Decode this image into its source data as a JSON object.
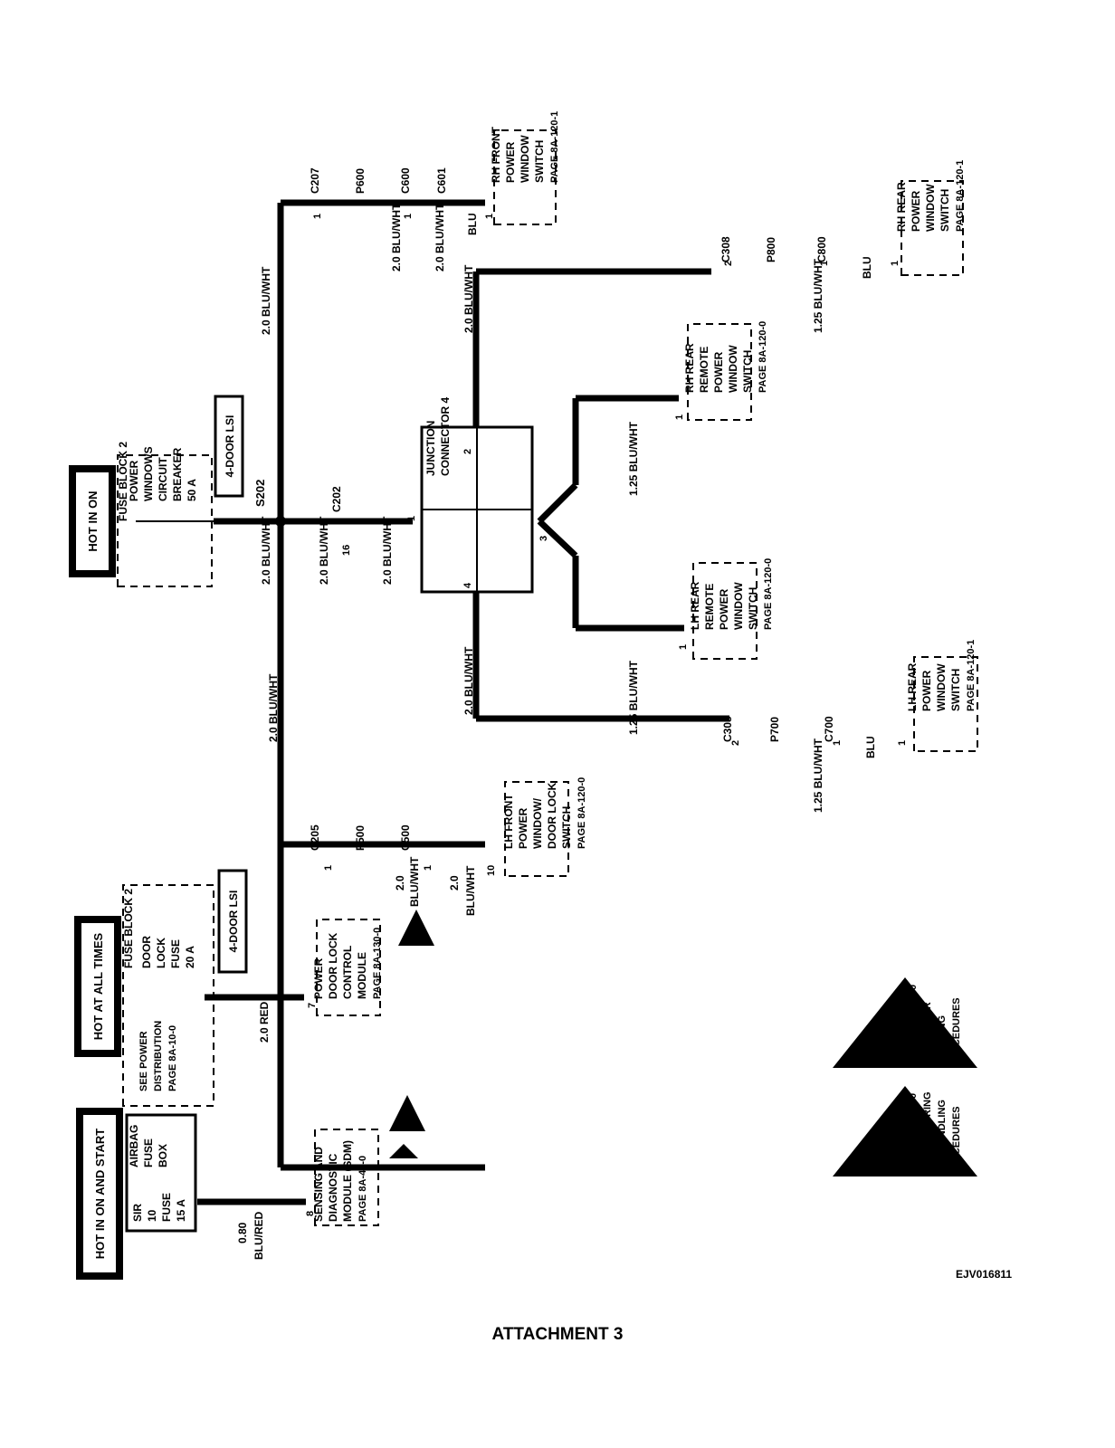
{
  "hot_labels": {
    "hot_in_on": "HOT IN ON",
    "hot_at_all_times": "HOT AT ALL TIMES",
    "hot_in_on_and_start": "HOT IN ON AND START"
  },
  "fuse_block_1": {
    "title": "FUSE BLOCK 2",
    "device": [
      "POWER",
      "WINDOWS",
      "CIRCUIT",
      "BREAKER"
    ],
    "rating": "50 A",
    "note": "4-DOOR LSI"
  },
  "fuse_block_2": {
    "title": "FUSE BLOCK 2",
    "device": [
      "DOOR",
      "LOCK",
      "FUSE"
    ],
    "rating": "20 A",
    "note": "4-DOOR LSI",
    "see": [
      "SEE POWER",
      "DISTRIBUTION",
      "PAGE 8A-10-0"
    ]
  },
  "airbag_box": {
    "title": [
      "AIRBAG",
      "FUSE",
      "BOX"
    ],
    "fuse": [
      "SIR",
      "10",
      "FUSE"
    ],
    "rating": "15 A"
  },
  "splice": "S202",
  "junction": {
    "title": [
      "JUNCTION",
      "CONNECTOR 4"
    ],
    "pins": [
      "1",
      "2",
      "3",
      "4"
    ]
  },
  "connectors": {
    "c207": "C207",
    "p600": "P600",
    "c600": "C600",
    "c601": "C601",
    "c308": "C308",
    "p800": "P800",
    "c800": "C800",
    "c202": "C202",
    "c305": "C305",
    "p700": "P700",
    "c700": "C700",
    "c205": "C205",
    "p500": "P500",
    "c500": "C500"
  },
  "pins": {
    "one": "1",
    "two": "2",
    "seven": "7",
    "eight": "8",
    "ten": "10",
    "sixteen": "16"
  },
  "wires": {
    "w20_bluwht": "2.0 BLU/WHT",
    "w125_bluwht": "1.25 BLU/WHT",
    "blu": "BLU",
    "num20": "2.0",
    "bluwht": "BLU/WHT",
    "w20_red": "2.0 RED",
    "num080": "0.80",
    "blured": "BLU/RED"
  },
  "components": {
    "rh_front": [
      "RH FRONT",
      "POWER",
      "WINDOW",
      "SWITCH"
    ],
    "rh_front_page": "PAGE 8A-120-1",
    "rh_rear": [
      "RH REAR",
      "POWER",
      "WINDOW",
      "SWITCH"
    ],
    "rh_rear_page": "PAGE 8A-120-1",
    "rh_rear_remote": [
      "RH REAR",
      "REMOTE",
      "POWER",
      "WINDOW",
      "SWITCH"
    ],
    "rh_rear_remote_page": "PAGE 8A-120-0",
    "lh_rear_remote": [
      "LH REAR",
      "REMOTE",
      "POWER",
      "WINDOW",
      "SWITCH"
    ],
    "lh_rear_remote_page": "PAGE 8A-120-0",
    "lh_rear": [
      "LH REAR",
      "POWER",
      "WINDOW",
      "SWITCH"
    ],
    "lh_rear_page": "PAGE 8A-120-1",
    "lh_front": [
      "LH FRONT",
      "POWER",
      "WINDOW/",
      "DOOR LOCK",
      "SWITCH"
    ],
    "lh_front_page": "PAGE 8A-120-0",
    "door_lock_module": [
      "POWER",
      "DOOR LOCK",
      "CONTROL",
      "MODULE"
    ],
    "door_lock_module_page": "PAGE 8A-130-0",
    "sdm": [
      "SENSING AND",
      "DIAGNOSTIC",
      "MODULE (SDM)"
    ],
    "sdm_page": "PAGE 8A-47-0"
  },
  "warnings": {
    "handling": [
      "SEE PAGE 8A-3-0",
      "FOR PROPER",
      "HANDLING",
      "PROCEDURES"
    ],
    "measuring": [
      "SEE PAGE 8A-3-0",
      "FOR MEASURING",
      "AND HANDLING",
      "PROCEDURES"
    ]
  },
  "figure_id": "EJV016811",
  "caption": "ATTACHMENT 3"
}
